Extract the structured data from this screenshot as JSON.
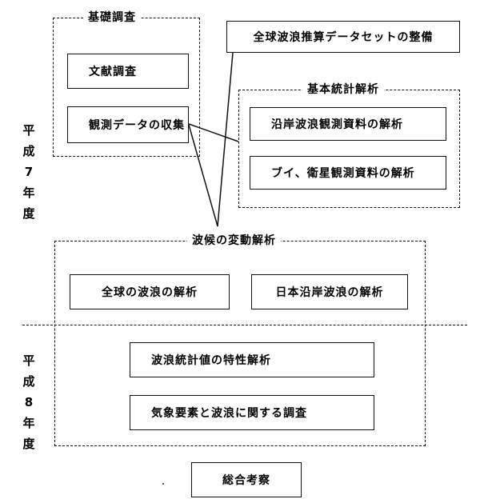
{
  "years": {
    "h7": "平\n成\n7\n年\n度",
    "h8": "平\n成\n8\n年\n度"
  },
  "groups": {
    "basic_survey": "基礎調査",
    "basic_statistics": "基本統計解析",
    "variation_analysis": "波候の変動解析"
  },
  "boxes": {
    "literature_survey": "文献調査",
    "data_collection": "観測データの収集",
    "global_dataset": "全球波浪推算データセットの整備",
    "coastal_analysis": "沿岸波浪観測資料の解析",
    "buoy_satellite_analysis": "ブイ、衛星観測資料の解析",
    "global_wave_analysis": "全球の波浪の解析",
    "japan_coastal_analysis": "日本沿岸波浪の解析",
    "statistics_characteristics": "波浪統計値の特性解析",
    "weather_wave_survey": "気象要素と波浪に関する調査",
    "overall_review": "総合考察"
  }
}
